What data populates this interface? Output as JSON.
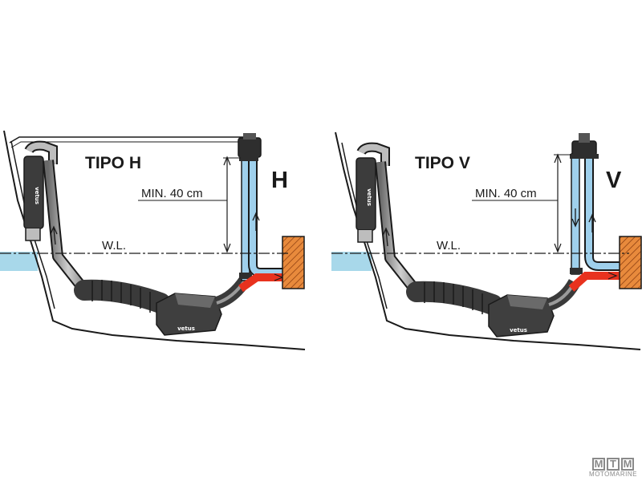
{
  "panels": [
    {
      "id": "h",
      "title": "TIPO H",
      "letter": "H",
      "min_label": "MIN. 40 cm",
      "wl_label": "W.L.",
      "brand_label": "vetus"
    },
    {
      "id": "v",
      "title": "TIPO V",
      "letter": "V",
      "min_label": "MIN. 40 cm",
      "wl_label": "W.L.",
      "brand_label": "vetus"
    }
  ],
  "watermark": {
    "letters": [
      "M",
      "T",
      "M"
    ],
    "subtitle": "MOTOMARINE"
  },
  "colors": {
    "water": "#a8d8ea",
    "pipe_blue": "#9fd0ec",
    "hot_red": "#e8321e",
    "engine_orange": "#e88a3c",
    "hose_gray": "#555555",
    "outline": "#1a1a1a"
  }
}
